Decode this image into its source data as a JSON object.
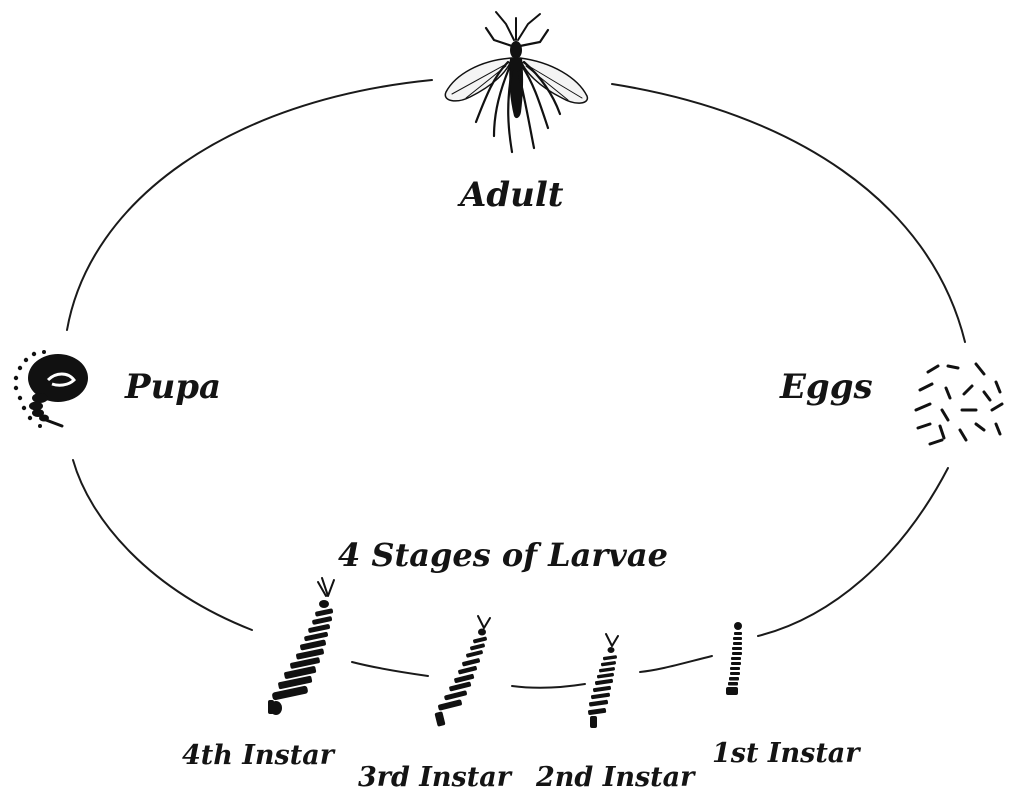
{
  "stages": {
    "adult": "Adult",
    "eggs": "Eggs",
    "pupa": "Pupa",
    "larvae_heading": "4 Stages of Larvae",
    "instar_4": "4th Instar",
    "instar_3": "3rd Instar",
    "instar_2": "2nd Instar",
    "instar_1": "1st Instar"
  }
}
